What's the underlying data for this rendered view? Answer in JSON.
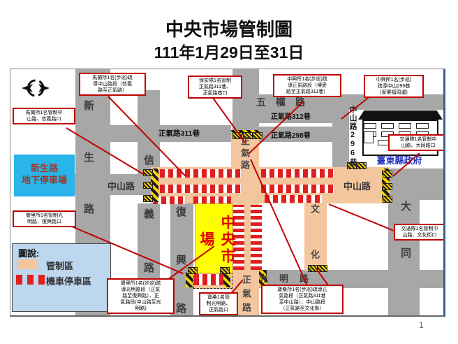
{
  "slide": {
    "title": "中央市場管制圖",
    "subtitle": "111年1月29日至31日",
    "page_number": "1"
  },
  "legend": {
    "title": "圖說:",
    "control_area": "管制區",
    "moto_parking": "機車停車區"
  },
  "landmarks": {
    "underground_parking": "新生路\n地下停車場",
    "market": "中央市場",
    "county_government": "臺東縣政府"
  },
  "streets": {
    "xinsheng": "新生路",
    "xinyi": "信義路",
    "fuxing": "復興路",
    "wuquan": "五權路",
    "zhengqi_upper": "正氣路",
    "zhengqi_lower": "正氣路",
    "zhengqi_lane_311": "正氣路311巷",
    "zhengqi_lane_312": "正氣路312巷",
    "zhengqi_lane_298": "正氣路298巷",
    "zhongshan_west": "中山路",
    "zhongshan_east": "中山路",
    "zhongshan_lane_296": "中山路296巷",
    "guangming": "光明路",
    "wenhua": "文化",
    "datong": "大同"
  },
  "callouts": [
    {
      "id": "malan-patrol",
      "text": "馬蘭所1名(步巡)疏\n導中山路段（信義\n路至正氣路）"
    },
    {
      "id": "malan-control",
      "text": "馬蘭所1名管制中\n山路、信義路口"
    },
    {
      "id": "baoan-control",
      "text": "保安隊1名管制\n正氣路311巷、\n正氣路巷口"
    },
    {
      "id": "zhongxing-zhengqi-patrol",
      "text": "中興所1名(步巡)疏\n導正氣路段（博愛\n路至正氣路311巷）"
    },
    {
      "id": "zhongxing-296-patrol",
      "text": "中興所1名(步巡)\n疏導中山296巷\n(家樂福周邊)"
    },
    {
      "id": "traffic-datong-control",
      "text": "交通隊1名管制中\n山路、大同路口"
    },
    {
      "id": "fengli-control",
      "text": "豐里所1名管制光\n明路、復興路口"
    },
    {
      "id": "fengli-patrol",
      "text": "豐里所1名(步巡)疏\n導光明路段（正氣\n路至復興路）、正\n氣路段(中山路至光\n明路)"
    },
    {
      "id": "baosang-control",
      "text": "寶桑1名管\n制光明路、\n正氣路口"
    },
    {
      "id": "baosang-patrol",
      "text": "寶桑所1名(步巡)疏導正\n氣路段（正氣路311巷\n至中山路）、中山路段\n（正氣路至文化街）"
    },
    {
      "id": "traffic-wenhua-control",
      "text": "交通隊1名管制中\n山路、文化街口"
    }
  ],
  "colors": {
    "control_area": "#F4C69E",
    "moto_parking_red": "#E02020",
    "market_yellow": "#FFFF00",
    "market_text_red": "#E00000",
    "parking_blue": "#29B5EA",
    "callout_red": "#C00000",
    "legend_bg": "#BDD7EE",
    "street_gray": "#A7A7A7",
    "government_text_blue": "#2433C0"
  },
  "icons": {
    "compass": "compass-rose",
    "barrier": "construction-barrier",
    "hazard": "yellow-black-hazard-stripe"
  }
}
